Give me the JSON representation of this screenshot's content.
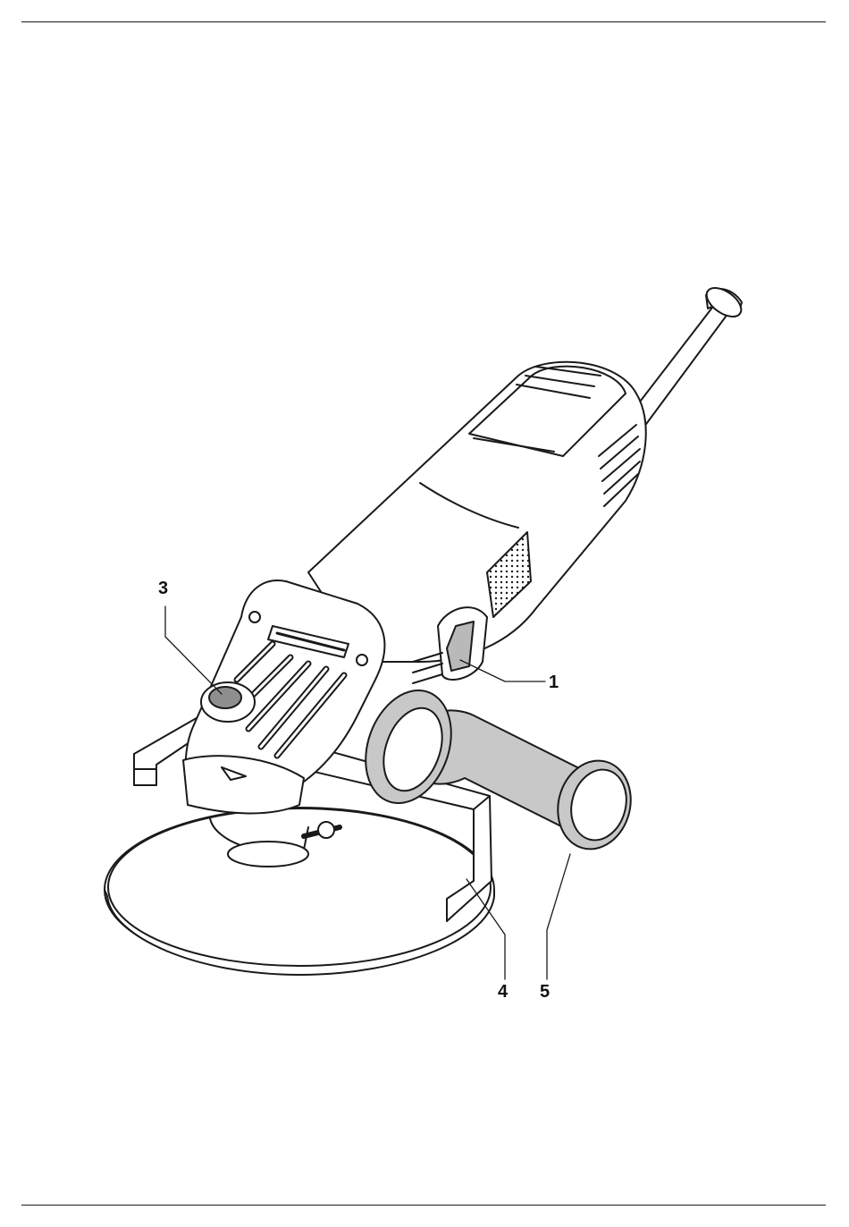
{
  "callouts": [
    {
      "id": "1",
      "label": "1"
    },
    {
      "id": "3",
      "label": "3"
    },
    {
      "id": "4",
      "label": "4"
    },
    {
      "id": "5",
      "label": "5"
    }
  ],
  "parts": {
    "1": "on-off-switch",
    "3": "spindle-lock-button",
    "4": "wheel-guard",
    "5": "side-handle"
  },
  "colors": {
    "line": "#1a1a1a",
    "grey_fill": "#c8c8c8",
    "light_fill": "#ffffff"
  }
}
